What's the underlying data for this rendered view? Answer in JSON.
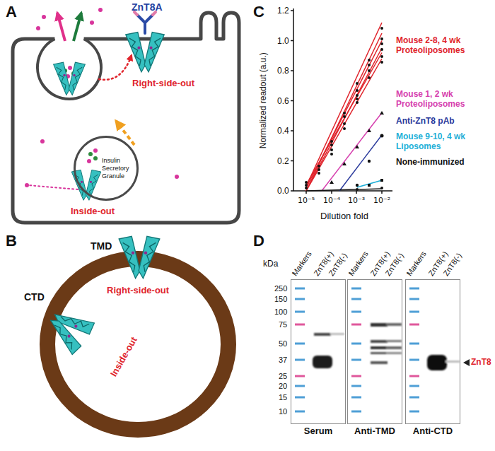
{
  "diagram": {
    "nodes": [
      {
        "text": [
          "Right-side-out",
          "Inside-out"
        ]
      },
      {
        "text": [
          "Insulin Secretory Granule"
        ],
        "in": 0
      },
      {
        "text": [
          "Right-side-out",
          "Inside-out"
        ]
      },
      {
        "text": [
          "Markers",
          "ZnT8(+)",
          "ZnT8(-)",
          "Serum"
        ]
      },
      {
        "text": [
          "Markers",
          "ZnT8(+)",
          "ZnT8(-)",
          "Anti-TMD"
        ]
      },
      {
        "text": [
          "Markers",
          "ZnT8(+)",
          "ZnT8(-)",
          "Anti-CTD"
        ]
      }
    ],
    "labels": [
      "A",
      "ZnT8A",
      "B",
      "TMD",
      "CTD",
      "C",
      "1.2",
      "1.0",
      "0.8",
      "0.6",
      "0.4",
      "0.2",
      "0.0",
      "Normalized readout (a.u.)",
      "10⁻⁵",
      "10⁻⁴",
      "10⁻³",
      "10⁻²",
      "Dilution fold",
      "Mouse 2-8, 4 wk Proteoliposomes",
      "Mouse 1, 2 wk Proteoliposomes",
      "Anti-ZnT8 pAb",
      "Mouse 9-10, 4 wk Liposomes",
      "None-immunized",
      "D",
      "kDa",
      "250",
      "150",
      "100",
      "75",
      "50",
      "37",
      "25",
      "20",
      "15",
      "10",
      "ZnT8"
    ]
  }
}
